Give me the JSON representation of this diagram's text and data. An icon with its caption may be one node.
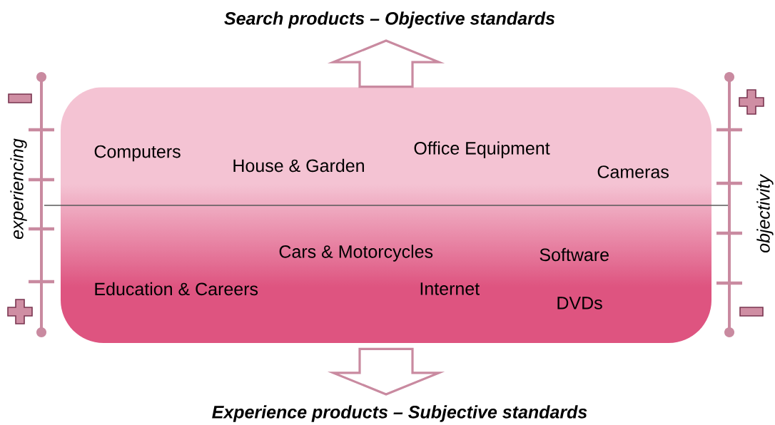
{
  "diagram": {
    "nodes": [
      {
        "text": [
          "Search products – Objective standards"
        ]
      },
      {
        "text": [
          "Computers",
          "House & Garden",
          "Office Equipment",
          "Cameras",
          "Cars & Motorcycles",
          "Software",
          "Education & Careers",
          "Internet",
          "DVDs"
        ]
      },
      {
        "text": [
          "Experience products – Subjective standards"
        ]
      }
    ],
    "edges": [
      {
        "from": 1,
        "to": 0,
        "arrow": "to"
      },
      {
        "from": 1,
        "to": 2,
        "arrow": "to"
      }
    ],
    "labels": [
      "experiencing",
      "objectivity"
    ]
  }
}
